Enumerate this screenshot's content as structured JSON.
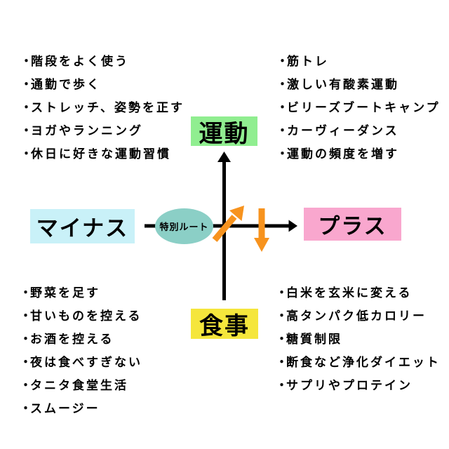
{
  "bullet": "・",
  "colors": {
    "exercise-bg": "#90ee90",
    "diet-bg": "#f5e63c",
    "minus-bg": "#c9f1f8",
    "plus-bg": "#f9a7ce",
    "route-bg": "#8bcfc6",
    "arrow-orange": "#f7931e",
    "axis-black": "#000000"
  },
  "axes": {
    "top_label": "運動",
    "bottom_label": "食事",
    "left_label": "マイナス",
    "right_label": "プラス",
    "center_label": "特別ルート"
  },
  "quadrants": {
    "top_left": {
      "items": [
        "階段をよく使う",
        "通勤で歩く",
        "ストレッチ、姿勢を正す",
        "ヨガやランニング",
        "休日に好きな運動習慣"
      ]
    },
    "top_right": {
      "items": [
        "筋トレ",
        "激しい有酸素運動",
        "ビリーズブートキャンプ",
        "カーヴィーダンス",
        "運動の頻度を増す"
      ]
    },
    "bottom_left": {
      "items": [
        "野菜を足す",
        "甘いものを控える",
        "お酒を控える",
        "夜は食べすぎない",
        "タニタ食堂生活",
        "スムージー"
      ]
    },
    "bottom_right": {
      "items": [
        "白米を玄米に変える",
        "高タンパク低カロリー",
        "糖質制限",
        "断食など浄化ダイエット",
        "サプリやプロテイン"
      ]
    }
  }
}
